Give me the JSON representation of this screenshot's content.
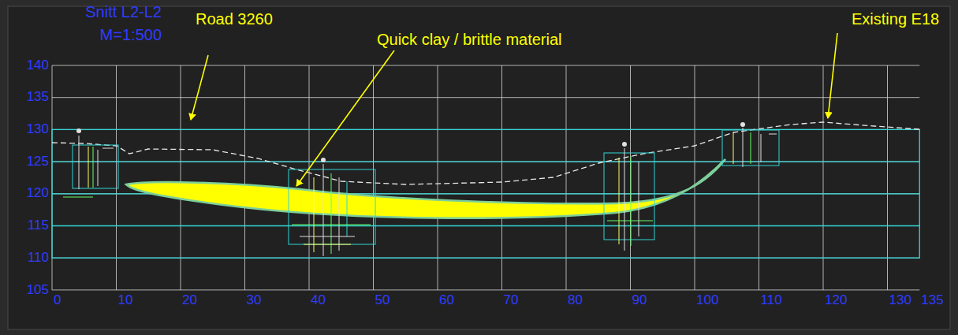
{
  "diagram": {
    "title": "Snitt L2-L2",
    "labels": [
      "M=1:500",
      "Road 3260",
      "Quick clay / brittle material",
      "Existing E18",
      "140",
      "135",
      "130",
      "125",
      "120",
      "115",
      "110",
      "105",
      "0",
      "10",
      "20",
      "30",
      "40",
      "50",
      "60",
      "70",
      "80",
      "90",
      "100",
      "110",
      "120",
      "130",
      "135"
    ]
  }
}
